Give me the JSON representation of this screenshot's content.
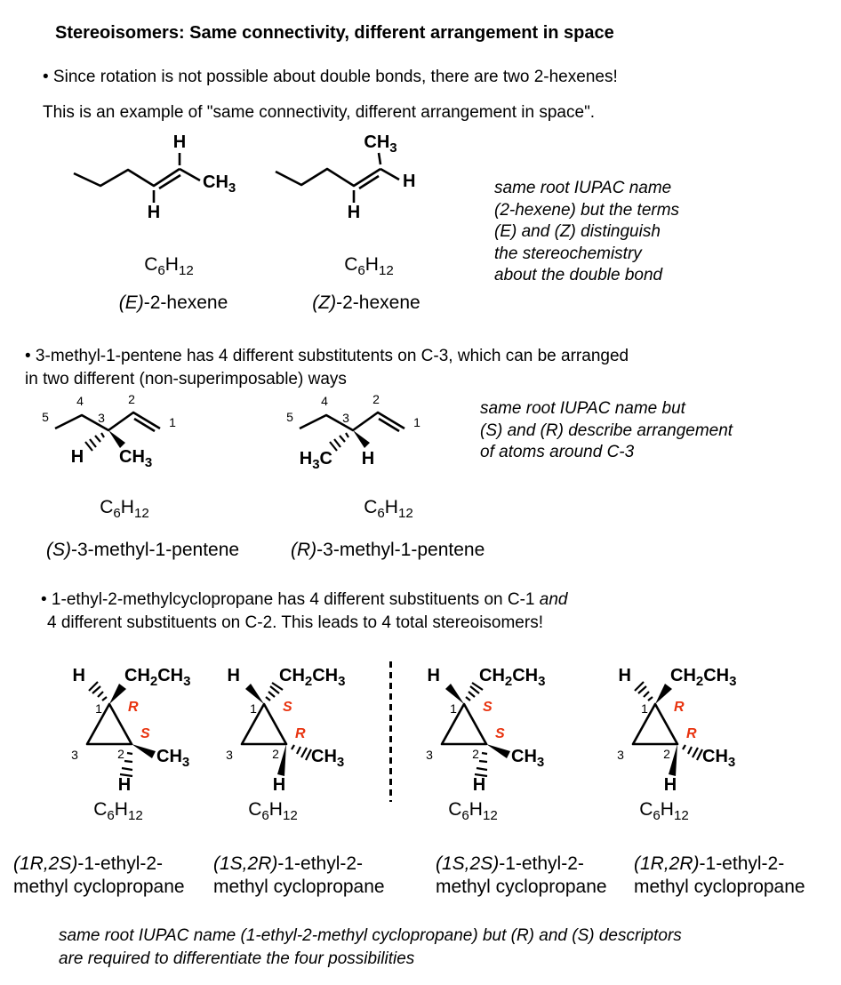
{
  "colors": {
    "stereo_label_red": "#e8330f",
    "text": "#000000",
    "background": "#ffffff"
  },
  "formula": {
    "p1": "C",
    "s1": "6",
    "p2": "H",
    "s2": "12"
  },
  "sym": {
    "H": "H",
    "C": "C",
    "CH": "CH",
    "two": "2",
    "three": "3"
  },
  "nums": {
    "n1": "1",
    "n2": "2",
    "n3": "3",
    "n4": "4",
    "n5": "5"
  },
  "title": "Stereoisomers: Same connectivity, different arrangement in space",
  "section_hexene": {
    "bullet": "• Since rotation is not possible about double bonds, there are two 2-hexenes!",
    "subtext": "This is an example of \"same connectivity, different arrangement in space\".",
    "note_lines": [
      "same root IUPAC name",
      "(2-hexene) but the terms",
      "(E) and (Z) distinguish",
      "the stereochemistry",
      "about the double bond"
    ],
    "isomers": [
      {
        "stereo": "(E)",
        "name": "-2-hexene"
      },
      {
        "stereo": "(Z)",
        "name": "-2-hexene"
      }
    ]
  },
  "section_pentene": {
    "bullet_line1": "• 3-methyl-1-pentene has 4 different substitutents on C-3, which can be arranged",
    "bullet_line2": "in two different (non-superimposable) ways",
    "note_lines": [
      "same root IUPAC name but",
      "(S) and (R) describe arrangement",
      "of atoms around C-3"
    ],
    "isomers": [
      {
        "stereo": "(S)",
        "name": "-3-methyl-1-pentene"
      },
      {
        "stereo": "(R)",
        "name": "-3-methyl-1-pentene"
      }
    ]
  },
  "section_cyclopropane": {
    "bullet_line1_pre": "• 1-ethyl-2-methylcyclopropane has 4 different substituents on C-1",
    "bullet_line1_italic": "and",
    "bullet_line2": "4 different substituents on C-2. This leads to 4 total stereoisomers!",
    "isomers": [
      {
        "stereo": "(1R,2S)",
        "name_rest": "-1-ethyl-2-",
        "name_line2": "methyl cyclopropane",
        "c1": "R",
        "c2": "S"
      },
      {
        "stereo": "(1S,2R)",
        "name_rest": "-1-ethyl-2-",
        "name_line2": "methyl cyclopropane",
        "c1": "S",
        "c2": "R"
      },
      {
        "stereo": "(1S,2S)",
        "name_rest": "-1-ethyl-2-",
        "name_line2": "methyl cyclopropane",
        "c1": "S",
        "c2": "S"
      },
      {
        "stereo": "(1R,2R)",
        "name_rest": "-1-ethyl-2-",
        "name_line2": "methyl cyclopropane",
        "c1": "R",
        "c2": "R"
      }
    ],
    "footnote_line1": "same root IUPAC name (1-ethyl-2-methyl cyclopropane) but (R) and (S) descriptors",
    "footnote_line2": "are required to differentiate the four possibilities"
  }
}
